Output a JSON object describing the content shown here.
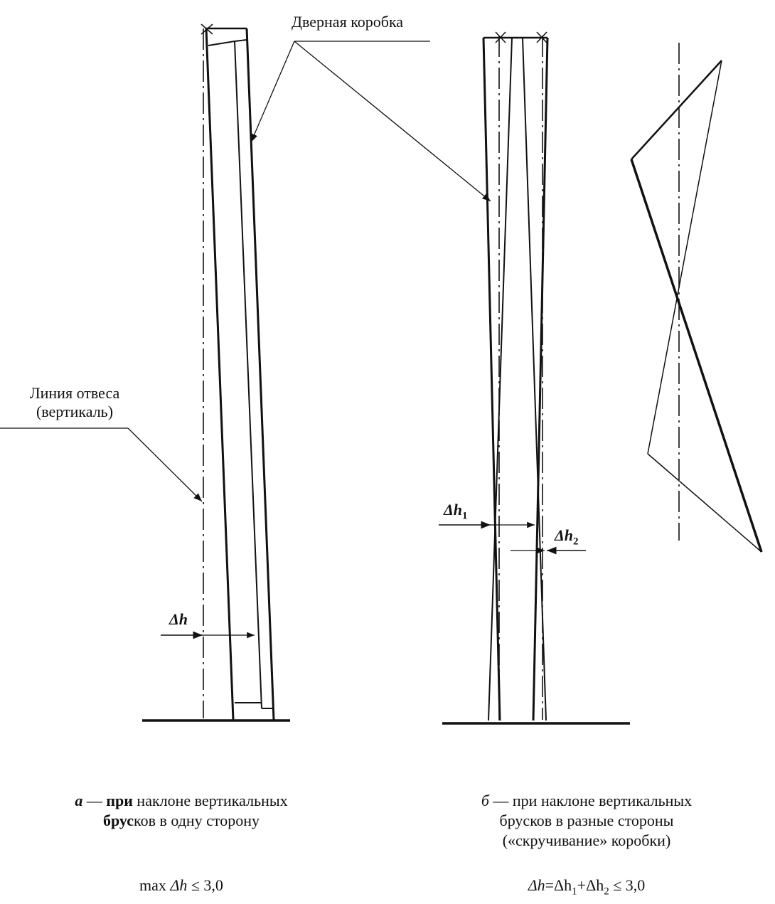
{
  "labels": {
    "door_frame": "Дверная коробка",
    "plumb_line_1": "Линия отвеса",
    "plumb_line_2": "(вертикаль)"
  },
  "dimensions": {
    "dh": "Δh",
    "dh1_base": "Δh",
    "dh1_sub": "1",
    "dh2_base": "Δh",
    "dh2_sub": "2"
  },
  "captions": {
    "a": {
      "letter": "а",
      "dash": " — ",
      "word_bold": "при",
      "rest_line1": " наклоне вертикальных",
      "bold_start_line2": "брус",
      "rest_line2": "ков в одну сторону",
      "formula_prefix": "max ",
      "formula_var": "Δh",
      "formula_rest": " ≤ 3,0"
    },
    "b": {
      "letter": "б",
      "dash": " — ",
      "line1": "при наклоне вертикальных",
      "line2": "брусков в разные стороны",
      "line3": "(«скручивание» коробки)",
      "f_var": "Δh",
      "f_eq": "=Δh",
      "f_sub1": "1",
      "f_plus": "+Δh",
      "f_sub2": "2",
      "f_rest": " ≤ 3,0"
    }
  }
}
